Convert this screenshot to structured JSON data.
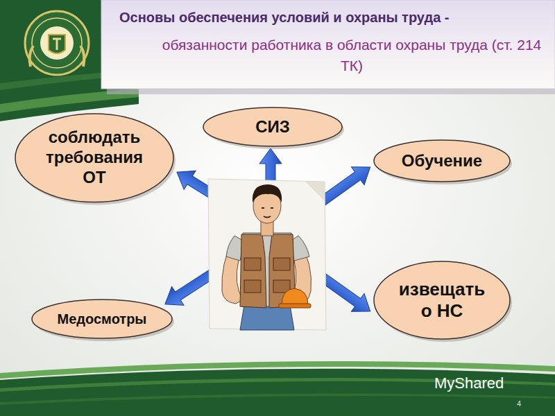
{
  "diagram": {
    "title": "Основы обеспечения условий и охраны труда -",
    "nodes": [
      {
        "text": [
          "соблюдать требования ОТ"
        ]
      },
      {
        "text": [
          "СИЗ"
        ]
      },
      {
        "text": [
          "Обучение"
        ]
      },
      {
        "text": [
          "Медосмотры"
        ]
      },
      {
        "text": [
          "извещать о НС"
        ]
      }
    ],
    "labels": [
      "обязанности работника в области охраны труда (ст. 214 ТК)",
      "4",
      "MyShared"
    ]
  }
}
